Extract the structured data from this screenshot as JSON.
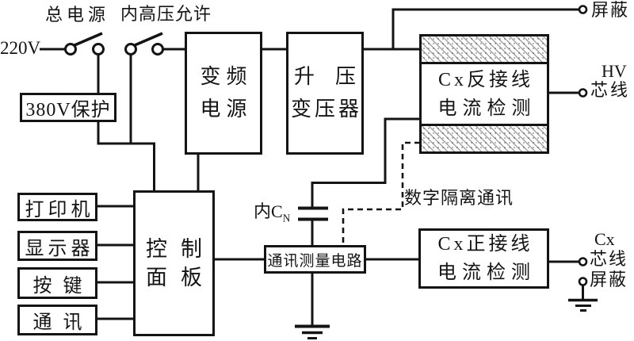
{
  "diagram": {
    "title_hint": "capacitance-bridge-test-instrument-block-diagram",
    "colors": {
      "line": "#141414",
      "background": "#ffffff"
    },
    "labels": {
      "input_voltage": "220V",
      "main_power_switch": "总电源",
      "hv_permit_switch": "内高压允许",
      "shield_top": "屏蔽",
      "hv": "HV",
      "hv_core": "芯线",
      "digital_isolation": "数字隔离通讯",
      "internal_cn_prefix": "内C",
      "internal_cn_sub": "N",
      "cx": "Cx",
      "cx_core": "芯线",
      "cx_shield": "屏蔽"
    },
    "boxes": {
      "protection_380v": {
        "label": "380V保护"
      },
      "vfd": {
        "line1": "变频",
        "line2": "电源"
      },
      "step_up_transformer": {
        "line1": "升压",
        "line2": "变压器"
      },
      "cx_reverse_detector": {
        "line1": "Cx反接线",
        "line2": "电流检测"
      },
      "printer": {
        "label": "打印机"
      },
      "display": {
        "label": "显示器"
      },
      "keys": {
        "label": "按键"
      },
      "comm": {
        "label": "通讯"
      },
      "control_panel": {
        "line1": "控制",
        "line2": "面板"
      },
      "measure_circuit": {
        "label": "通讯测量电路"
      },
      "cx_forward_detector": {
        "line1": "Cx正接线",
        "line2": "电流检测"
      }
    }
  }
}
